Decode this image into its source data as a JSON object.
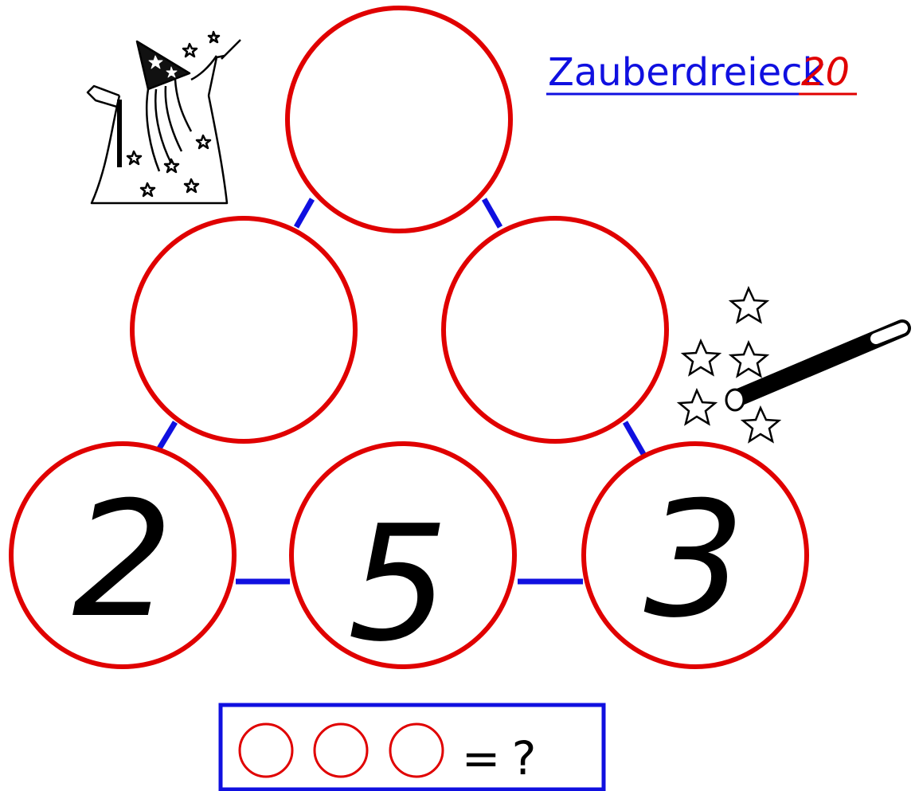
{
  "title": {
    "text": "Zauberdreieck",
    "number": "20"
  },
  "circles": {
    "top": "",
    "middle_left": "",
    "middle_right": "",
    "bottom_left": "2",
    "bottom_middle": "5",
    "bottom_right": "3"
  },
  "answer_box": {
    "equals": "=",
    "question": "?"
  },
  "colors": {
    "circle": "#e00000",
    "line": "#1010e0",
    "title": "#1010e0",
    "title_number": "#e00000"
  },
  "icons": [
    "wizard-illustration",
    "magic-wand-icon",
    "star-icon"
  ]
}
